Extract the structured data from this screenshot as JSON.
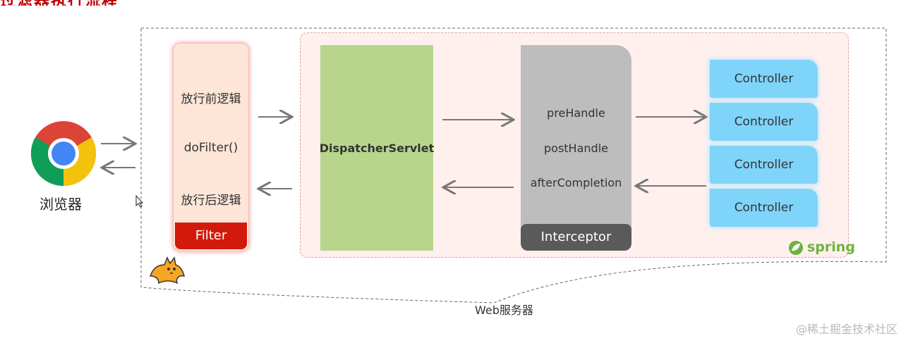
{
  "title_fragment": "过滤器执行流程",
  "browser": {
    "label": "浏览器"
  },
  "filter": {
    "before": "放行前逻辑",
    "call": "doFilter()",
    "after": "放行后逻辑",
    "footer": "Filter"
  },
  "dispatcher": {
    "label": "DispatcherServlet"
  },
  "interceptor": {
    "pre": "preHandle",
    "post": "postHandle",
    "after": "afterCompletion",
    "footer": "Interceptor"
  },
  "controllers": [
    "Controller",
    "Controller",
    "Controller",
    "Controller"
  ],
  "spring_logo_text": "spring",
  "server_label": "Web服务器",
  "watermark": "@稀土掘金技术社区",
  "colors": {
    "filter_footer": "#d11a0a",
    "dispatcher": "#b7d68c",
    "interceptor": "#bdbdbd",
    "controller": "#7fd4fa",
    "spring_green": "#6cb33f"
  },
  "icons": [
    "chrome-icon",
    "tomcat-icon",
    "spring-leaf-icon",
    "mouse-cursor-icon"
  ]
}
